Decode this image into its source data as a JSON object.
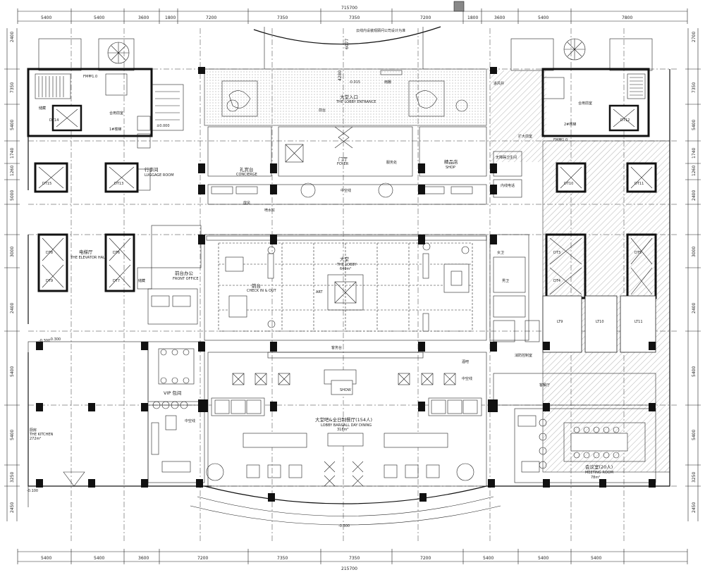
{
  "dimensions": {
    "top": [
      "5400",
      "5400",
      "3600",
      "1800",
      "7200",
      "7350",
      "7350",
      "7200",
      "1800",
      "3600",
      "5400",
      "7800"
    ],
    "top_total": "715700",
    "bottom": [
      "5400",
      "5400",
      "3600",
      "7200",
      "7350",
      "7350",
      "7200",
      "5400",
      "5400",
      "5400"
    ],
    "bottom_total": "215700",
    "left": [
      "2400",
      "7350",
      "5400",
      "1740",
      "1260",
      "5000",
      "3000",
      "2400",
      "5400",
      "5400",
      "3250",
      "2450"
    ],
    "right": [
      "2700",
      "7350",
      "5400",
      "1740",
      "1260",
      "2400",
      "3000",
      "2400",
      "5400",
      "5400",
      "3250",
      "2450"
    ],
    "vertical_labels": [
      "6077",
      "4280"
    ]
  },
  "rooms": {
    "design_credit": "云线内设装观顾问公司设计为准",
    "entrance": "大堂入口",
    "entrance_en": "THE LOBBY ENTRANCE",
    "canopy": "雨棚",
    "reception_pre": "前台",
    "luggage": "行李间",
    "luggage_en": "LUGGAGE ROOM",
    "concierge": "礼宾台",
    "concierge_en": "CONCIERGE",
    "foyer": "门厅",
    "foyer_en": "FOYER",
    "shop": "精品店",
    "shop_en": "SHOP",
    "screen": "屏风",
    "water_feature": "喷水缸",
    "atrium_line": "中空线",
    "elevator_hall": "电梯厅",
    "elevator_hall_en": "THE ELEVATOR HALL",
    "lobby": "大堂",
    "lobby_en": "THE LOBBY",
    "lobby_area": "640m²",
    "checkin": "前台",
    "checkin_en": "CHECK IN & OUT",
    "front_office": "前台办公",
    "front_office_en": "FRONT OFFICE",
    "art": "ART",
    "vip_room": "VIP 包间",
    "kitchen": "厨房",
    "kitchen_en": "THE KITCHEN",
    "kitchen_area": "272m²",
    "middle_office": "中空线",
    "dining": "大堂吧&全日制餐厅(154人)",
    "dining_en": "LOBBY BAR&ALL DAY DINING",
    "dining_area": "318m²",
    "show": "SHOW",
    "guest_desk": "客务台",
    "private_dining": "客餐厅",
    "meeting": "会议室(20人)",
    "meeting_en": "MEETING ROOM",
    "meeting_area": "78m²",
    "restroom_f": "女卫",
    "restroom_m": "男卫",
    "handicap": "无障碍卫生间",
    "house_phone": "内线电话",
    "back_office": "服务处",
    "fire_control": "消防控制室",
    "storage": "储藏",
    "expansion": "扩大前室",
    "joint_front": "合用前室",
    "stairs_1": "1#楼梯",
    "stairs_2": "2#楼梯",
    "lt9": "LT9",
    "lt10": "LT10",
    "lt11": "LT11",
    "dt3": "DT3",
    "dt4": "DT4",
    "dt5": "DT5",
    "dt6": "DT6",
    "dt7": "DT7",
    "dt8": "DT8",
    "dt9": "DT9",
    "dt10": "DT10",
    "dt11": "DT11",
    "dt12": "DT12",
    "dt13": "DT13",
    "dt14": "DT14",
    "dt15": "DT15",
    "level_a": "-0.300",
    "level_b": "±0.000",
    "level_c": "-0.300",
    "level_d": "-0.015",
    "level_e": "-0.100",
    "fire_door": "FM甲1.0",
    "entry_note": "进风井",
    "lobby_service": "酒吧"
  }
}
